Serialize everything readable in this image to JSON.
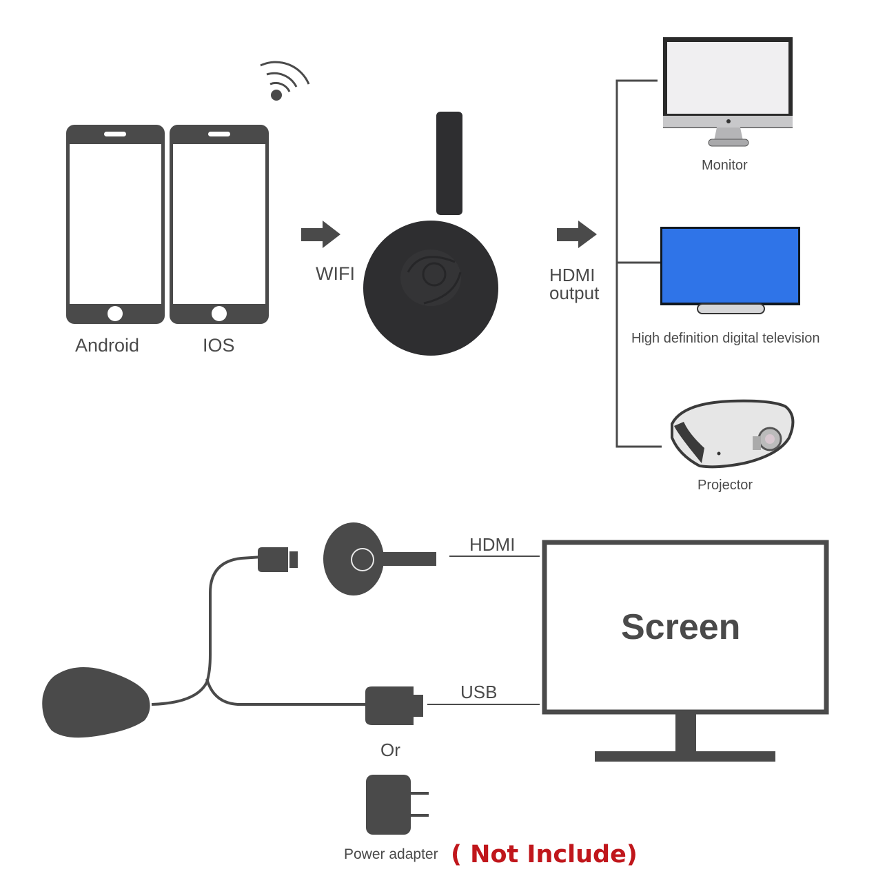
{
  "colors": {
    "icon_gray": "#4a4a4a",
    "dongle_dark": "#2e2e30",
    "tv_blue": "#2f74e8",
    "not_include_red": "#c0161b",
    "background": "#ffffff"
  },
  "top_diagram": {
    "sources": [
      {
        "label": "Android",
        "icon": "smartphone-icon"
      },
      {
        "label": "IOS",
        "icon": "smartphone-icon"
      }
    ],
    "wireless_icon": "wifi-signal-icon",
    "connection_in": {
      "label": "WIFI",
      "icon": "arrow-right-icon"
    },
    "device": {
      "icon": "hdmi-dongle-icon"
    },
    "connection_out": {
      "label_line1": "HDMI",
      "label_line2": "output",
      "icon": "arrow-right-icon"
    },
    "outputs": [
      {
        "label": "Monitor",
        "icon": "monitor-icon"
      },
      {
        "label": "High definition digital television",
        "icon": "television-icon"
      },
      {
        "label": "Projector",
        "icon": "projector-icon"
      }
    ]
  },
  "bottom_diagram": {
    "hdmi_label": "HDMI",
    "usb_label": "USB",
    "screen_label": "Screen",
    "or_label": "Or",
    "power_adapter_label": "Power adapter",
    "not_include_label": "( Not Include)"
  }
}
